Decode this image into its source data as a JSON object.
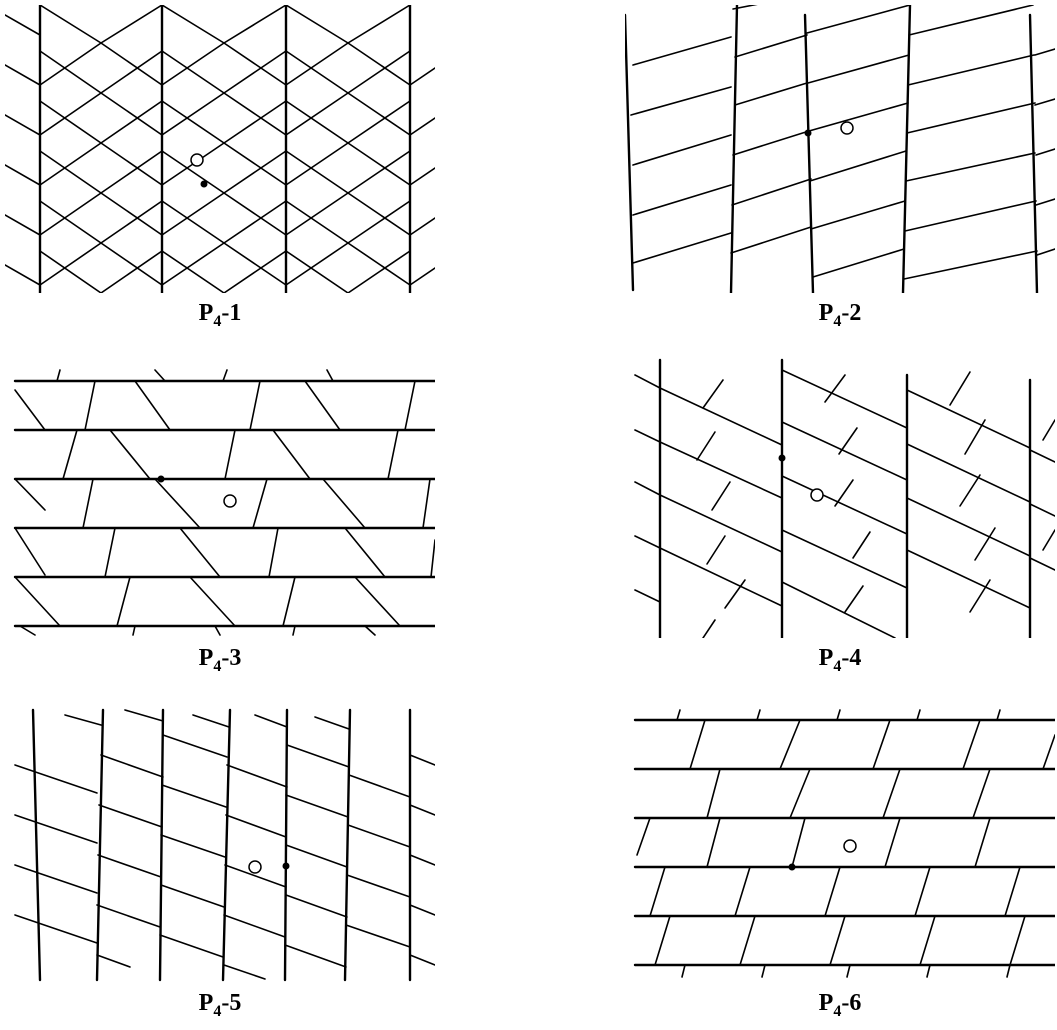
{
  "figure": {
    "panels": [
      {
        "id": "p1",
        "label_base": "P",
        "label_sub": "4",
        "label_suffix": "-1"
      },
      {
        "id": "p2",
        "label_base": "P",
        "label_sub": "4",
        "label_suffix": "-2"
      },
      {
        "id": "p3",
        "label_base": "P",
        "label_sub": "4",
        "label_suffix": "-3"
      },
      {
        "id": "p4",
        "label_base": "P",
        "label_sub": "4",
        "label_suffix": "-4"
      },
      {
        "id": "p5",
        "label_base": "P",
        "label_sub": "4",
        "label_suffix": "-5"
      },
      {
        "id": "p6",
        "label_base": "P",
        "label_sub": "4",
        "label_suffix": "-6"
      }
    ]
  }
}
